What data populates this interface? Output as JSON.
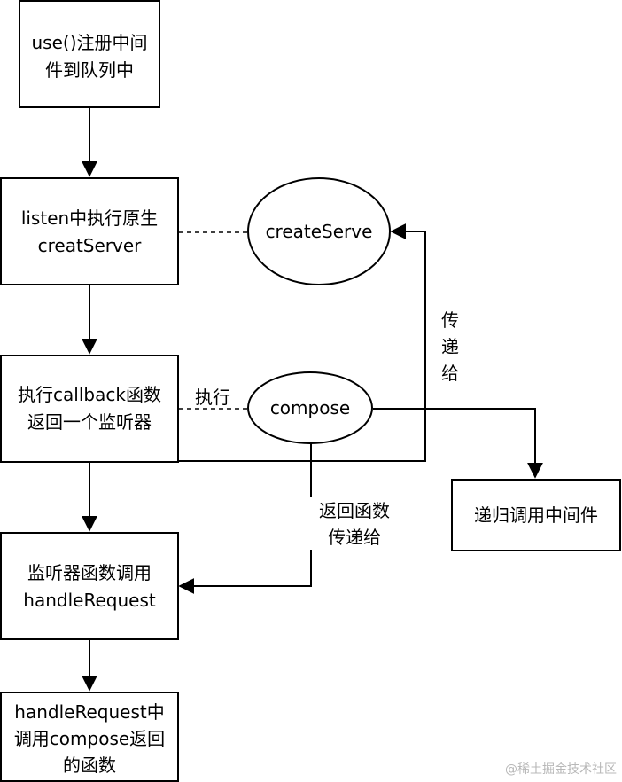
{
  "nodes": {
    "use_register": {
      "line1": "use()注册中间",
      "line2": "件到队列中"
    },
    "listen": {
      "line1": "listen中执行原生",
      "line2": "creatServer"
    },
    "create_serve": {
      "label": "createServe"
    },
    "exec_callback": {
      "line1": "执行callback函数",
      "line2": "返回一个监听器"
    },
    "compose": {
      "label": "compose"
    },
    "recursive": {
      "label": "递归调用中间件"
    },
    "listener_call": {
      "line1": "监听器函数调用",
      "line2": "handleRequest"
    },
    "handle_request": {
      "line1": "handleRequest中",
      "line2": "调用compose返回",
      "line3": "的函数"
    }
  },
  "edges": {
    "execute_label": "执行",
    "pass_label": {
      "line1": "传",
      "line2": "递",
      "line3": "给"
    },
    "return_label": {
      "line1": "返回函数",
      "line2": "传递给"
    }
  },
  "watermark": "@稀土掘金技术社区"
}
